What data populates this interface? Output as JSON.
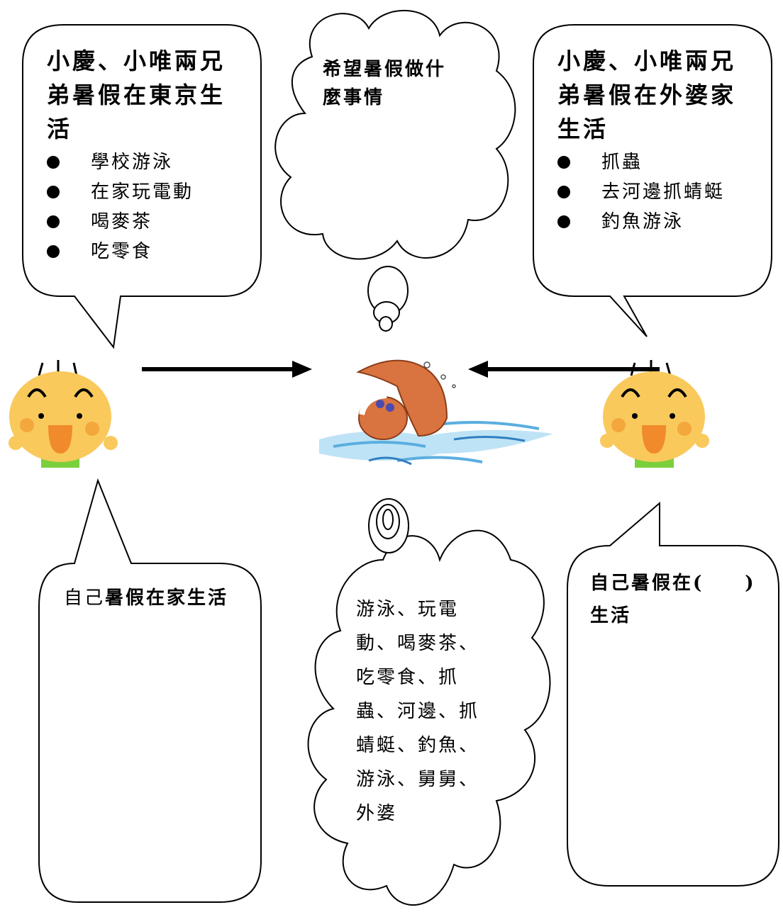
{
  "bubble_tokyo": {
    "title": "小慶、小唯兩兄弟暑假在東京生活",
    "items": [
      "學校游泳",
      "在家玩電動",
      "喝麥茶",
      "吃零食"
    ]
  },
  "bubble_grandma": {
    "title": "小慶、小唯兩兄弟暑假在外婆家生活",
    "items": [
      "抓蟲",
      "去河邊抓蜻蜓",
      "釣魚游泳"
    ]
  },
  "cloud_top": {
    "text": "希望暑假做什麼事情"
  },
  "bubble_self_home": {
    "prefix": "自己",
    "text": "暑假在家生活"
  },
  "bubble_self_blank": {
    "line1": "自己暑假在(　　)",
    "line2": "生活"
  },
  "cloud_bottom": {
    "text": "游泳、玩電動、喝麥茶、吃零食、抓蟲、河邊、抓蜻蜓、釣魚、游泳、舅舅、外婆"
  },
  "colors": {
    "face": "#f9c95c",
    "cheek": "#f4a73c",
    "mouth": "#f08a2a",
    "shirt": "#7bcf3c",
    "swimmer": "#d9733f",
    "water": "#5aaee0"
  }
}
